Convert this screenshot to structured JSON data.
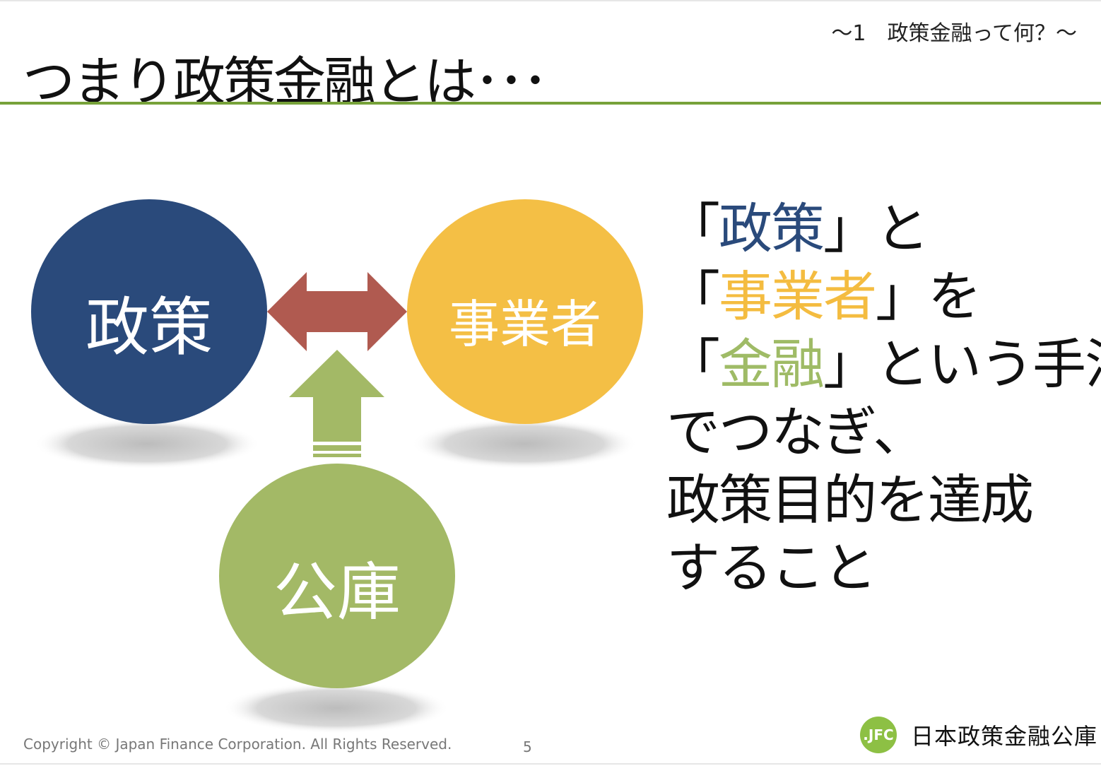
{
  "header": {
    "subtitle": "～1　政策金融って何？～",
    "title": "つまり政策金融とは･･･"
  },
  "diagram": {
    "policy_label": "政策",
    "business_label": "事業者",
    "jfc_label": "公庫",
    "colors": {
      "policy": "#2a4a7b",
      "business": "#f4bf45",
      "jfc": "#a3b966",
      "link_arrow": "#b05a50"
    }
  },
  "message": {
    "line1_open": "「",
    "line1_key": "政策",
    "line1_close": "」と",
    "line2_open": "「",
    "line2_key": "事業者",
    "line2_close": "」を",
    "line3_open": "「",
    "line3_key": "金融",
    "line3_close": "」という手法",
    "line4": "でつなぎ、",
    "line5": "政策目的を達成",
    "line6": "すること"
  },
  "footer": {
    "copyright": "Copyright © Japan Finance Corporation. All Rights Reserved.",
    "page_number": "5",
    "logo_mark": ".JFC",
    "logo_text": "日本政策金融公庫"
  }
}
